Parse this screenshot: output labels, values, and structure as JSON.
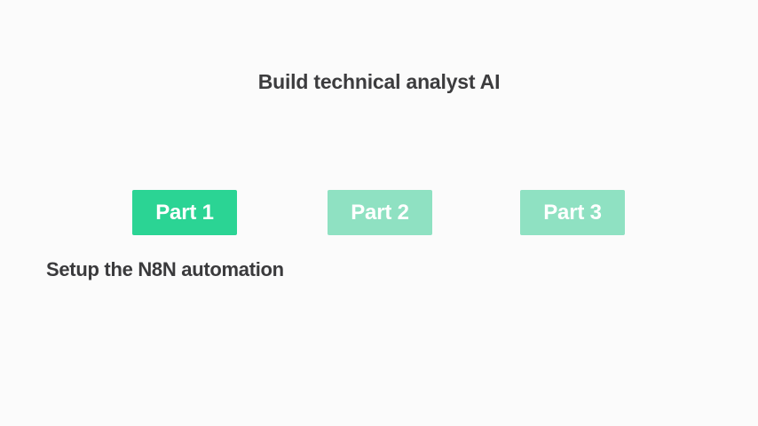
{
  "slide": {
    "background_color": "#fbfbfb",
    "title": "Build technical analyst AI",
    "title_color": "#3c3c3e",
    "caption": "Setup the N8N automation",
    "caption_color": "#3a3a3c",
    "parts": [
      {
        "label": "Part 1",
        "color": "#2bd494",
        "state": "active"
      },
      {
        "label": "Part 2",
        "color": "#8fe1c2",
        "state": "inactive"
      },
      {
        "label": "Part 3",
        "color": "#8fe1c2",
        "state": "inactive"
      }
    ]
  }
}
